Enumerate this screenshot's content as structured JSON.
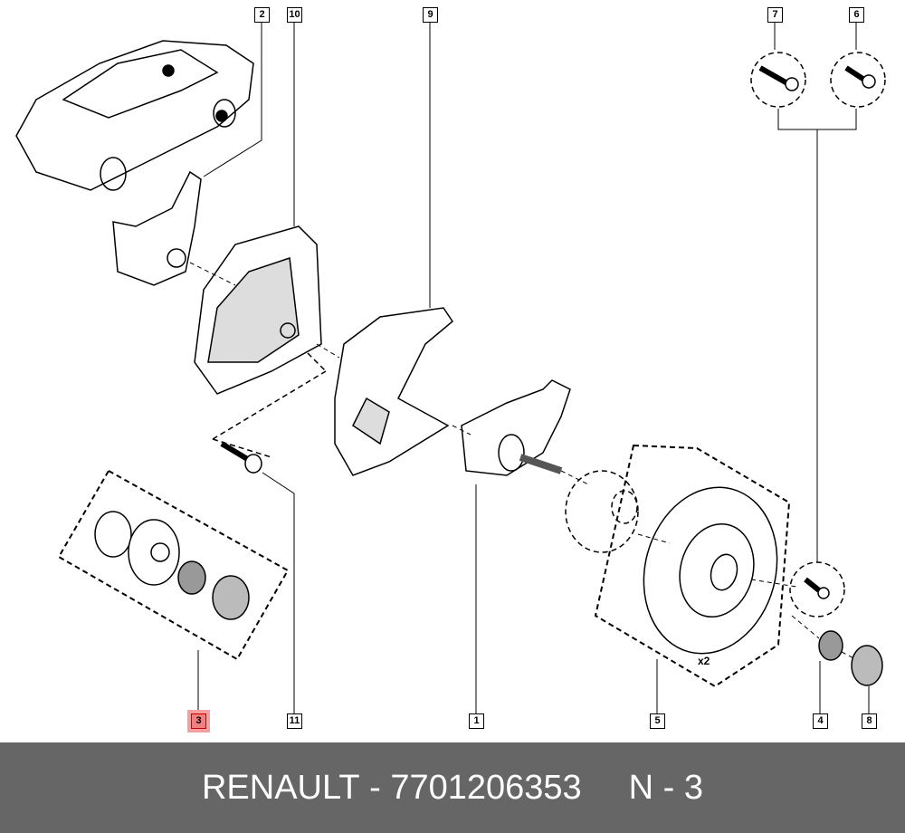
{
  "diagram": {
    "callouts": {
      "c1": "1",
      "c2": "2",
      "c3": "3",
      "c4": "4",
      "c5": "5",
      "c6": "6",
      "c7": "7",
      "c8": "8",
      "c9": "9",
      "c10": "10",
      "c11": "11"
    },
    "quantity_note": "x2",
    "highlight_color": "#f08080"
  },
  "footer": {
    "brand": "RENAULT",
    "separator": "-",
    "part_number": "7701206353",
    "position_label": "N - 3"
  }
}
